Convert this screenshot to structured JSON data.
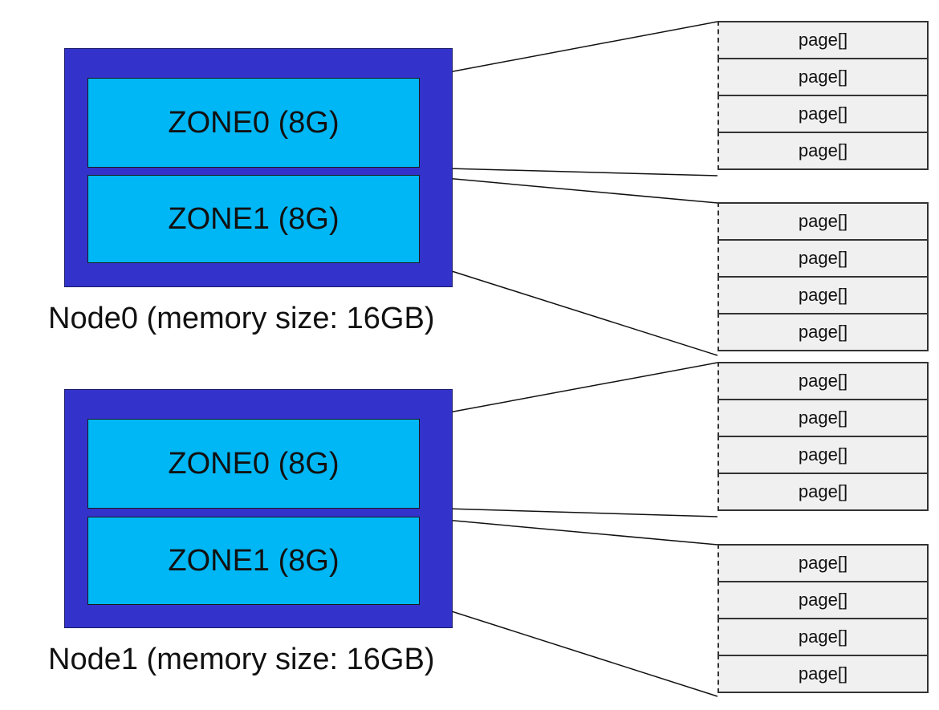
{
  "nodes": [
    {
      "label": "Node0 (memory size: 16GB)",
      "zones": [
        {
          "label": "ZONE0 (8G)",
          "pages": [
            "page[]",
            "page[]",
            "page[]",
            "page[]"
          ]
        },
        {
          "label": "ZONE1 (8G)",
          "pages": [
            "page[]",
            "page[]",
            "page[]",
            "page[]"
          ]
        }
      ]
    },
    {
      "label": "Node1 (memory size: 16GB)",
      "zones": [
        {
          "label": "ZONE0 (8G)",
          "pages": [
            "page[]",
            "page[]",
            "page[]",
            "page[]"
          ]
        },
        {
          "label": "ZONE1 (8G)",
          "pages": [
            "page[]",
            "page[]",
            "page[]",
            "page[]"
          ]
        }
      ]
    }
  ],
  "colors": {
    "node_fill": "#3333cc",
    "zone_fill": "#00b7f5",
    "page_fill": "#f0f0f0"
  }
}
